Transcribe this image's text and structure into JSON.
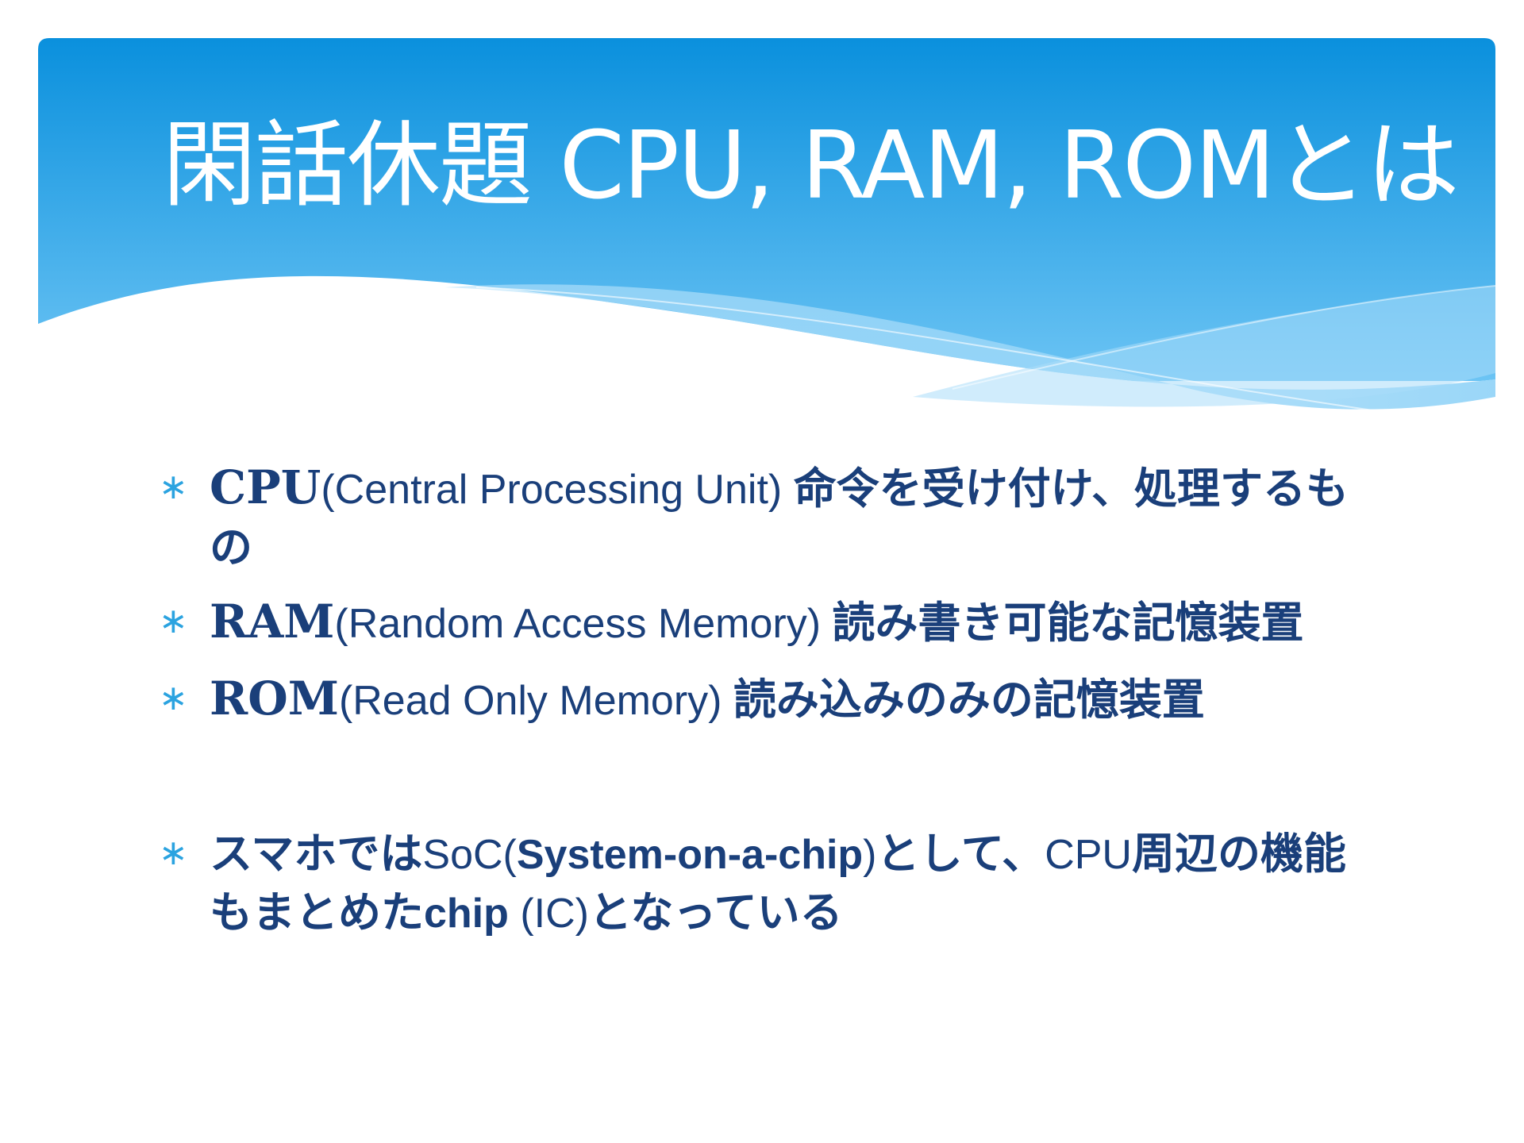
{
  "slide": {
    "title": {
      "jp": "閑話休題",
      "rest": " CPU, RAM, ROMとは"
    },
    "colors": {
      "header_top": "#0a90dd",
      "header_bottom": "#6cc4f4",
      "text": "#1a3f7a",
      "bullet_marker": "#2ba3e0",
      "title_text": "#ffffff"
    },
    "bullet_icon": "asterisk-icon",
    "bullets": [
      {
        "marker": "∗",
        "term": "CPU",
        "expansion": "(Central Processing Unit) ",
        "description": "命令を受け付け、処理するもの"
      },
      {
        "marker": "∗",
        "term": "RAM",
        "expansion": "(Random Access Memory) ",
        "description": "読み書き可能な記憶装置"
      },
      {
        "marker": "∗",
        "term": "ROM",
        "expansion": "(Read Only Memory) ",
        "description": "読み込みのみの記憶装置"
      }
    ],
    "soc_bullet": {
      "marker": "∗",
      "s1": "スマホでは",
      "s2": "SoC(",
      "s3": "System-on-a-chip",
      "s4": ")",
      "s5": "として、",
      "s6": "CPU",
      "s7": "周辺の機能もまとめた",
      "s8": "chip",
      "s9": " (IC)",
      "s10": "となっている"
    }
  }
}
